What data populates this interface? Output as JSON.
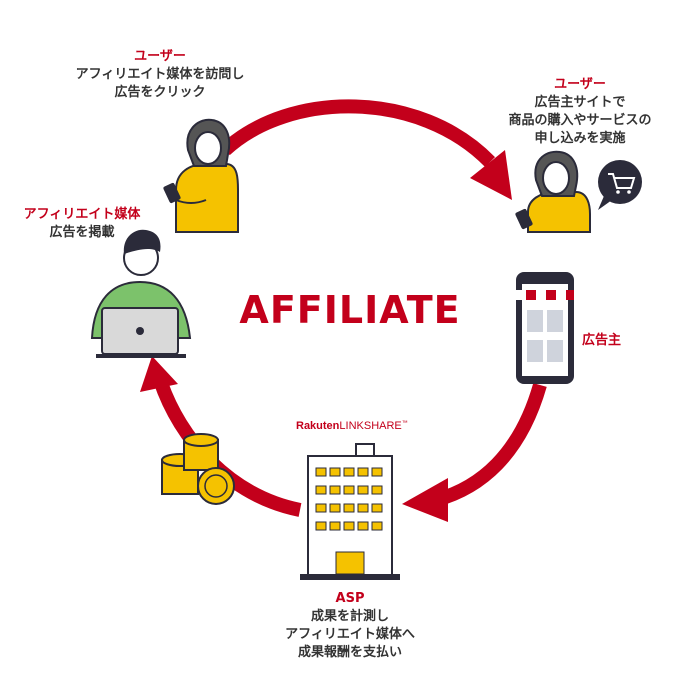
{
  "title": "AFFILIATE",
  "brand": {
    "name_bold": "Rakuten",
    "name_light": "LINKSHARE",
    "tm": "™"
  },
  "nodes": {
    "user_visit": {
      "role": "ユーザー",
      "line1": "アフィリエイト媒体を訪問し",
      "line2": "広告をクリック"
    },
    "user_purchase": {
      "role": "ユーザー",
      "line1": "広告主サイトで",
      "line2": "商品の購入やサービスの",
      "line3": "申し込みを実施"
    },
    "media": {
      "role": "アフィリエイト媒体",
      "line1": "広告を掲載"
    },
    "advertiser": {
      "role": "広告主"
    },
    "asp": {
      "role": "ASP",
      "line1": "成果を計測し",
      "line2": "アフィリエイト媒体へ",
      "line3": "成果報酬を支払い"
    }
  },
  "colors": {
    "accent": "#c3001b",
    "yellow": "#f5c200",
    "green": "#7cc26b",
    "dark": "#2b2b3a",
    "text": "#333333"
  },
  "icons": [
    "person-phone-icon",
    "person-laptop-icon",
    "smartphone-store-icon",
    "cart-bubble-icon",
    "building-icon",
    "coins-icon",
    "cycle-arrow-icon"
  ]
}
